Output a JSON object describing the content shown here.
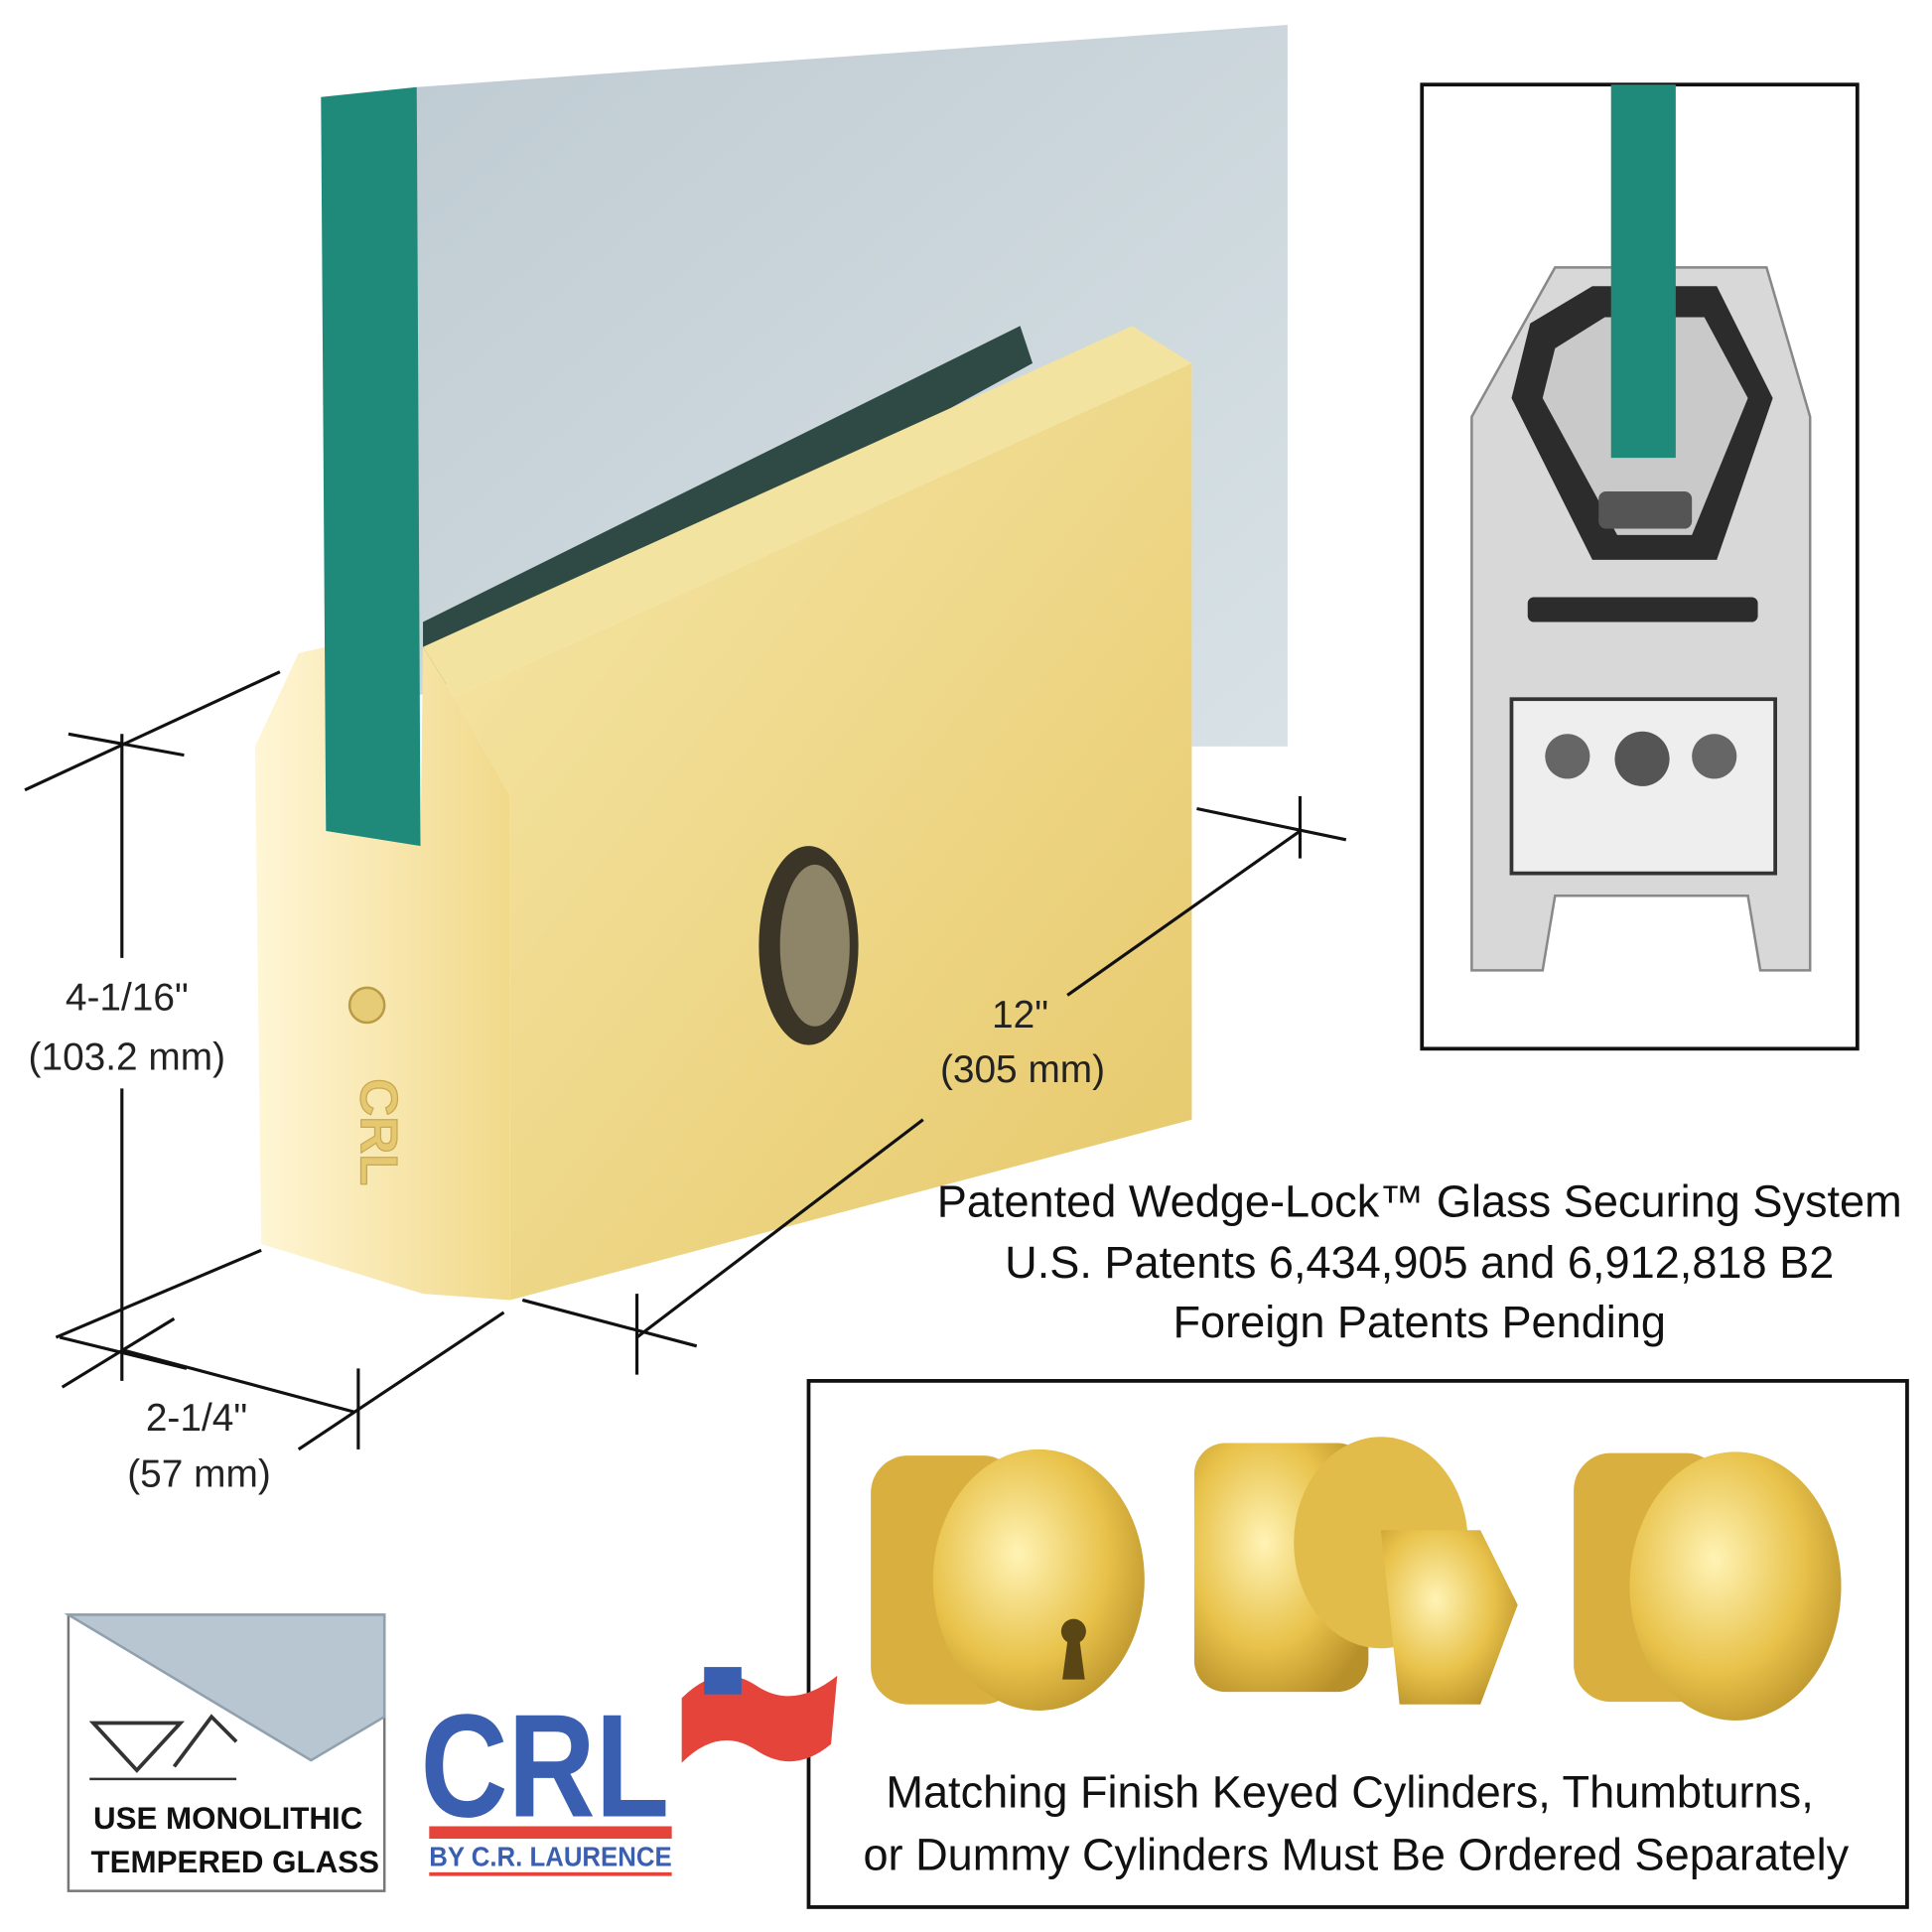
{
  "dimensions": {
    "height_in": "4-1/16\"",
    "height_mm": "(103.2 mm)",
    "length_in": "12\"",
    "length_mm": "(305 mm)",
    "depth_in": "2-1/4\"",
    "depth_mm": "(57 mm)"
  },
  "patent": {
    "line1": "Patented Wedge-Lock™ Glass Securing System",
    "line2": "U.S. Patents 6,434,905 and 6,912,818 B2",
    "line3": "Foreign Patents Pending"
  },
  "cylinders": {
    "line1": "Matching Finish Keyed Cylinders, Thumbturns,",
    "line2": "or Dummy Cylinders Must Be Ordered Separately"
  },
  "glass_badge": {
    "line1": "USE MONOLITHIC",
    "line2": "TEMPERED GLASS"
  },
  "brand_logo": {
    "mark": "CRL",
    "tagline": "BY C.R. LAURENCE"
  },
  "colors": {
    "gold": "#efd98a",
    "glass_edge": "#1f8a7a",
    "glass": "#c9d5dc",
    "logo_blue": "#3a5eb0",
    "logo_red": "#e4443a"
  }
}
